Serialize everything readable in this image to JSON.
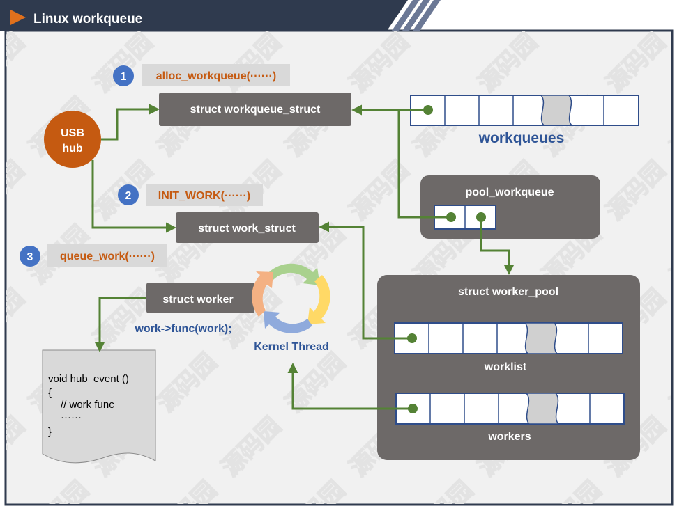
{
  "header": {
    "title": "Linux workqueue"
  },
  "watermark": {
    "text": "源码园"
  },
  "steps": [
    {
      "number": "1",
      "label": "alloc_workqueue(······)"
    },
    {
      "number": "2",
      "label": "INIT_WORK(······)"
    },
    {
      "number": "3",
      "label": "queue_work(······)"
    }
  ],
  "nodes": {
    "usb_hub": {
      "line1": "USB",
      "line2": "hub"
    },
    "workqueue_struct": "struct workqueue_struct",
    "work_struct": "struct work_struct",
    "worker": "struct worker",
    "worker_call": "work->func(work);",
    "kernel_thread": "Kernel Thread",
    "workqueues": "workqueues",
    "pool_workqueue": "pool_workqueue",
    "worker_pool": "struct worker_pool",
    "worklist": "worklist",
    "workers": "workers"
  },
  "code": {
    "lines": [
      "void hub_event ()",
      "{",
      "// work func",
      "······",
      "}"
    ]
  },
  "colors": {
    "header_bg": "#2f3a4e",
    "accent_orange": "#e0701c",
    "frame": "#2f3a4e",
    "box_gray": "#6d6968",
    "arrow_green": "#548235",
    "step_blue": "#4472c4",
    "label_orange": "#c55a11",
    "label_bg": "#d9d9d9",
    "usb_orange": "#c55a11",
    "list_border": "#2f4d8a",
    "text_blue": "#2f5597"
  }
}
